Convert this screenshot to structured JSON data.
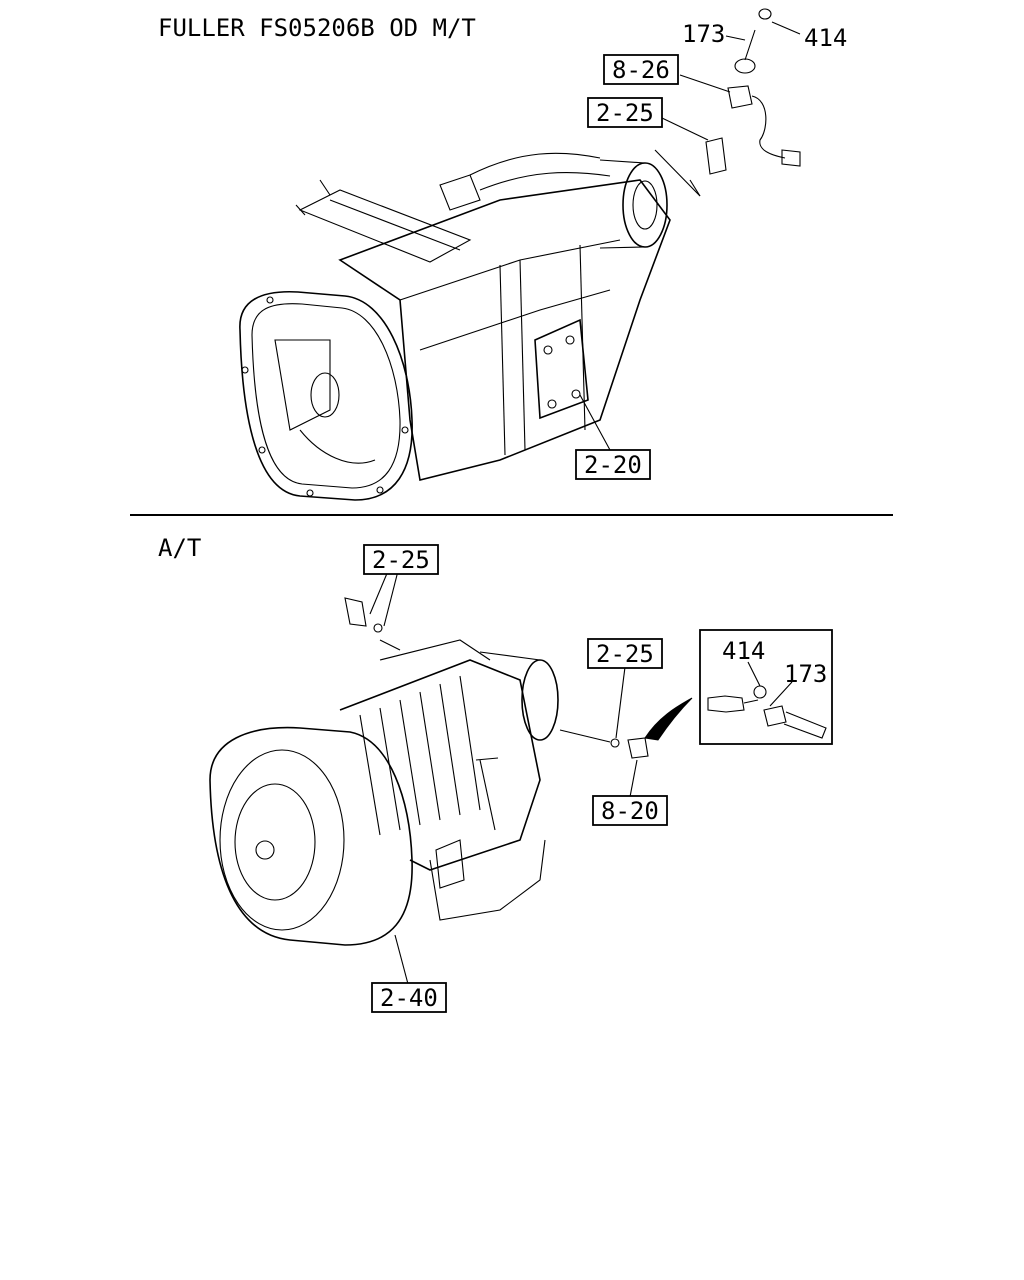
{
  "upper_section": {
    "title": "FULLER FS05206B OD M/T",
    "callouts": {
      "c173": "173",
      "c414": "414",
      "r826": "8-26",
      "r225": "2-25",
      "r220": "2-20"
    }
  },
  "lower_section": {
    "title": "A/T",
    "callouts": {
      "r225_top": "2-25",
      "r225_right": "2-25",
      "r820": "8-20",
      "r240": "2-40"
    },
    "inset": {
      "c414": "414",
      "c173": "173"
    }
  }
}
